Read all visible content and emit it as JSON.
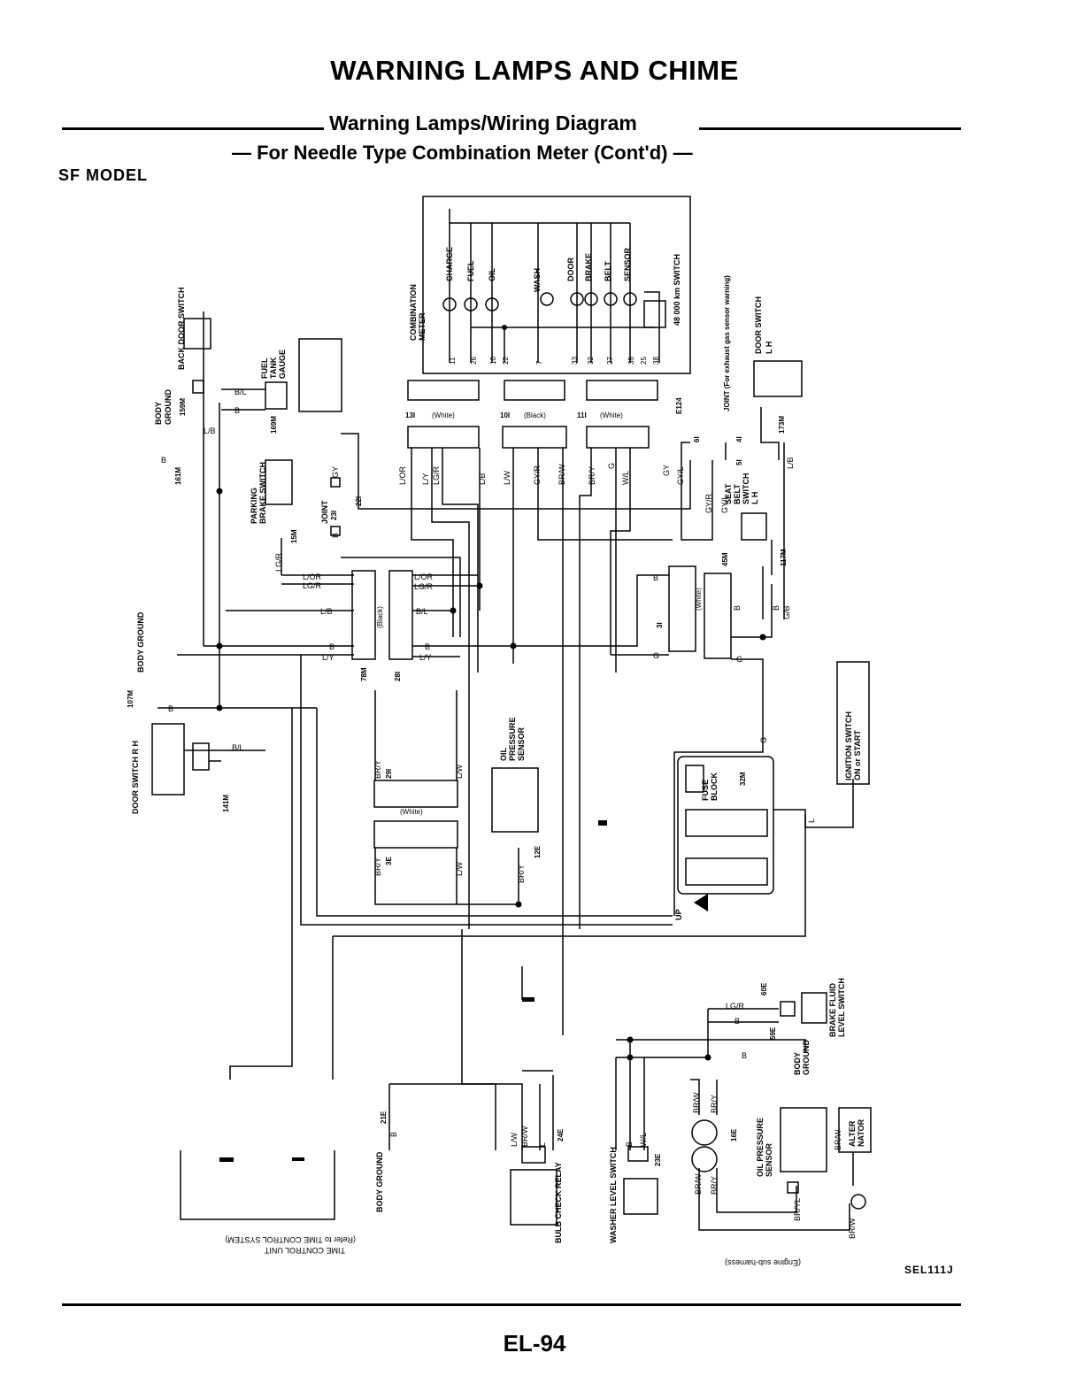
{
  "header": {
    "title": "WARNING LAMPS AND CHIME",
    "subtitle": "Warning Lamps/Wiring Diagram",
    "subtitle2": "— For Needle Type Combination Meter (Cont'd) —",
    "model": "SF MODEL"
  },
  "footer": {
    "page_number": "EL-94",
    "figure_code": "SEL111J"
  },
  "diagram": {
    "combination_meter": "COMBINATION METER",
    "meter_lamps": [
      "CHARGE",
      "FUEL",
      "OIL",
      "WASH",
      "DOOR",
      "BRAKE",
      "BELT",
      "SENSOR"
    ],
    "meter_pins": [
      "11",
      "26",
      "10",
      "22",
      "7",
      "33",
      "32",
      "27",
      "35",
      "25",
      "38"
    ],
    "km_switch": "48 000 km SWITCH",
    "joint_exhaust": "JOINT (For exhaust gas sensor warning)",
    "door_switch_lh": "DOOR SWITCH L H",
    "back_door_switch": "BACK DOOR SWITCH",
    "body_ground": "BODY GROUND",
    "fuel_tank_gauge": "FUEL TANK GAUGE",
    "parking_brake_switch": "PARKING BRAKE SWITCH",
    "joint": "JOINT",
    "seat_belt_switch": "SEAT BELT SWITCH L H",
    "door_switch_rh": "DOOR SWITCH R H",
    "oil_pressure_sensor": "OIL PRESSURE SENSOR",
    "fuse_block": "FUSE BLOCK",
    "ignition_switch": "IGNITION SWITCH ON or START",
    "brake_fluid_switch": "BRAKE FLUID LEVEL SWITCH",
    "alternator": "ALTER NATOR",
    "bulb_check_relay": "BULB CHECK RELAY",
    "washer_level_switch": "WASHER LEVEL SWITCH",
    "time_control_unit": "TIME CONTROL UNIT",
    "time_control_ref": "(Refer to TIME CONTROL SYSTEM)",
    "engine_sub_harness": "(Engine sub-harness)",
    "up": "UP",
    "white": "(White)",
    "black": "(Black)",
    "connectors": [
      "13I",
      "10I",
      "11I",
      "159M",
      "161M",
      "169M",
      "22I",
      "23I",
      "15M",
      "28I",
      "78M",
      "107M",
      "141M",
      "29I",
      "3E",
      "12E",
      "32M",
      "60E",
      "59E",
      "16E",
      "23E",
      "24E",
      "21E",
      "173M",
      "4I",
      "5I",
      "6I",
      "3I",
      "45M",
      "117M",
      "E124"
    ],
    "wire_colors": [
      "L/B",
      "B",
      "GY",
      "L/OR",
      "LG/R",
      "L/Y",
      "G",
      "GY/R",
      "BR/W",
      "BR/Y",
      "W/L",
      "GY/L",
      "L/W",
      "G/B",
      "LG/R",
      "B/L",
      "BR/YL"
    ]
  }
}
